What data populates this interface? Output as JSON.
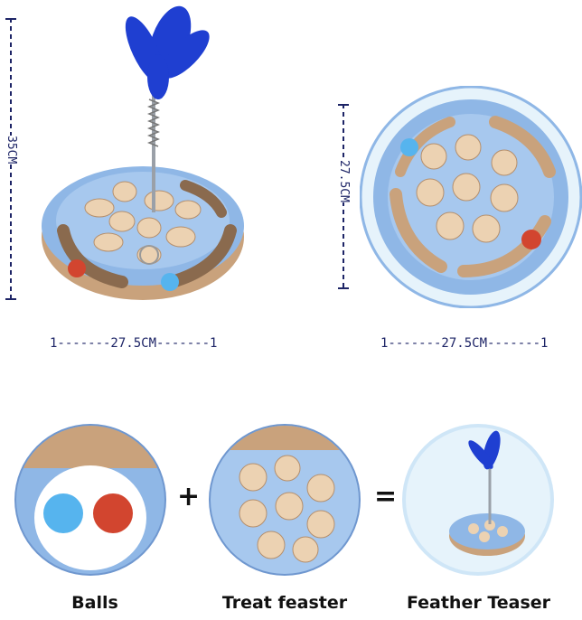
{
  "dimensions": {
    "height_label": "35CM",
    "top_view_depth_label": "27.5CM",
    "side_width_label": "1-------27.5CM-------1",
    "top_width_label": "1-------27.5CM-------1"
  },
  "components": [
    {
      "caption": "Balls"
    },
    {
      "caption": "Treat feaster"
    },
    {
      "caption": "Feather Teaser"
    }
  ],
  "operators": {
    "plus": "+",
    "equals": "="
  },
  "colors": {
    "toy_blue": "#8fb7e6",
    "toy_blue_dark": "#6f97cf",
    "wood": "#c9a27c",
    "beige_cup": "#ecd2b2",
    "feather": "#1f3fd1",
    "ball_blue": "#56b4ee",
    "ball_red": "#d2452f",
    "circle_bg": "#e6f3fb",
    "dim_line": "#1d2466"
  }
}
